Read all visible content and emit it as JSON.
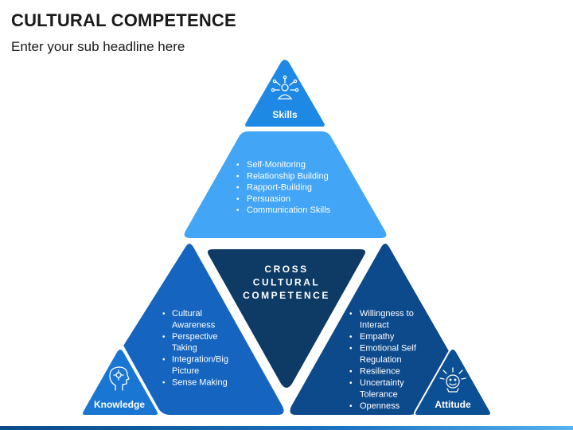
{
  "header": {
    "title": "CULTURAL COMPETENCE",
    "subtitle": "Enter your sub headline here"
  },
  "colors": {
    "skills_top": "#1e88e5",
    "skills_list": "#42a5f5",
    "knowledge_list": "#1565c0",
    "knowledge_label": "#1976d2",
    "center": "#0d3b66",
    "attitude_list": "#0d4a8c",
    "attitude_label": "#0b4f94"
  },
  "skills": {
    "label": "Skills",
    "icon": "person-network-icon",
    "items": [
      "Self-Monitoring",
      "Relationship Building",
      "Rapport-Building",
      "Persuasion",
      "Communication Skills"
    ]
  },
  "center": {
    "lines": [
      "CROSS",
      "CULTURAL",
      "COMPETENCE"
    ]
  },
  "knowledge": {
    "label": "Knowledge",
    "icon": "brain-head-icon",
    "items": [
      [
        "Cultural",
        "Awareness"
      ],
      [
        "Perspective",
        "Taking"
      ],
      [
        "Integration/Big",
        "Picture"
      ],
      [
        "Sense Making"
      ]
    ]
  },
  "attitude": {
    "label": "Attitude",
    "icon": "emotions-face-icon",
    "items": [
      [
        "Willingness to",
        "Interact"
      ],
      [
        "Empathy"
      ],
      [
        "Emotional Self",
        "Regulation"
      ],
      [
        "Resilience"
      ],
      [
        "Uncertainty",
        "Tolerance"
      ],
      [
        "Openness"
      ]
    ]
  }
}
